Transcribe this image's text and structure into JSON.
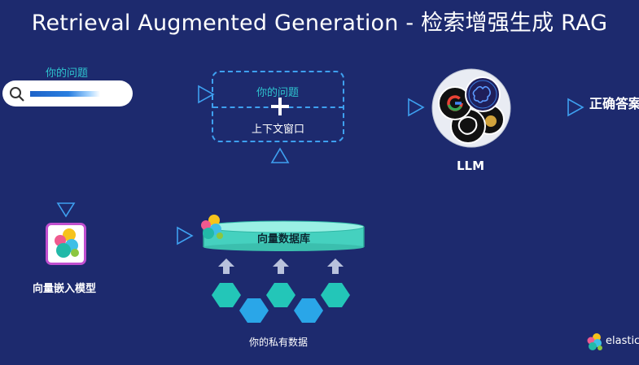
{
  "title": "Retrieval Augmented Generation - 检索增强生成 RAG",
  "labels": {
    "your_question_top": "你的问题",
    "your_question_ctx": "你的问题",
    "context_window": "上下文窗口",
    "llm": "LLM",
    "answer": "正确答案",
    "embedding_model": "向量嵌入模型",
    "vector_db": "向量数据库",
    "private_data": "你的私有数据",
    "brand": "elastic"
  },
  "icons": {
    "search": "search-icon",
    "llm_logos": [
      "google-logo-icon",
      "brain-logo-icon",
      "openai-logo-icon",
      "gold-logo-icon"
    ],
    "elastic": "elastic-logo-icon"
  },
  "colors": {
    "background": "#1d2a6e",
    "accent": "#2ec4cf",
    "dashed": "#3ea0f0",
    "hexagon_teal": "#23c6b8",
    "hexagon_blue": "#2aa6e8",
    "database": "#45d1bf",
    "embed_border": "#c04fcf"
  }
}
